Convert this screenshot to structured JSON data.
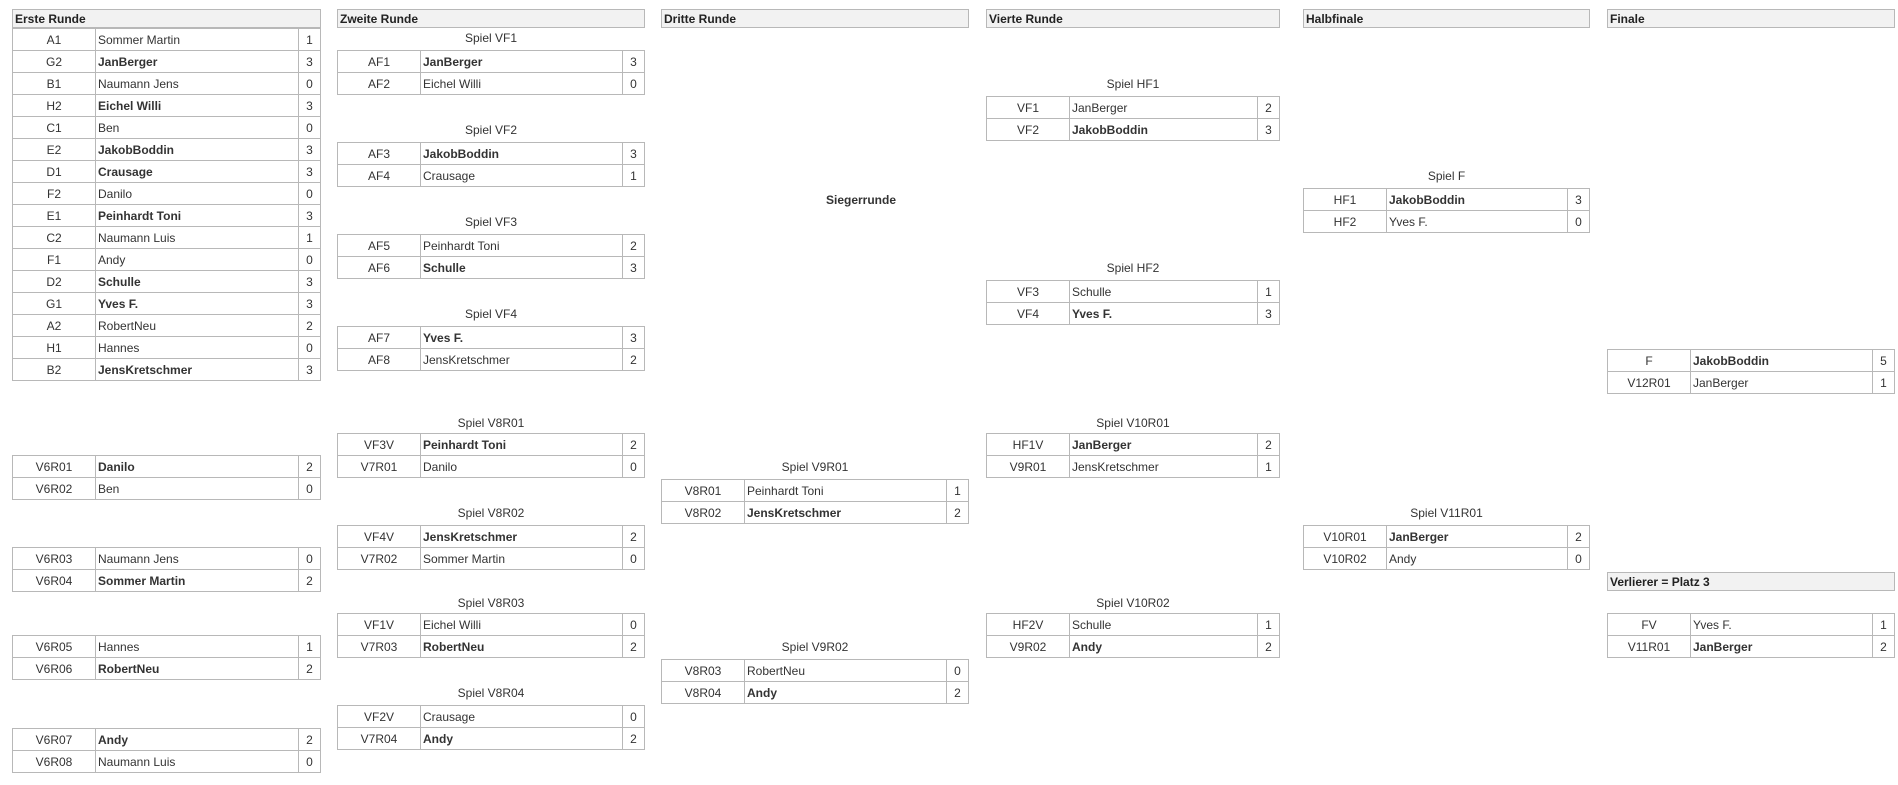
{
  "headers": {
    "r1": "Erste Runde",
    "r2": "Zweite Runde",
    "r3": "Dritte Runde",
    "r4": "Vierte Runde",
    "semi": "Halbfinale",
    "final": "Finale",
    "third": "Verlierer = Platz 3"
  },
  "titles": {
    "vf1": "Spiel VF1",
    "vf2": "Spiel VF2",
    "vf3": "Spiel VF3",
    "vf4": "Spiel VF4",
    "siegerrunde": "Siegerrunde",
    "hf1": "Spiel HF1",
    "hf2": "Spiel HF2",
    "f": "Spiel F",
    "v8r01": "Spiel V8R01",
    "v8r02": "Spiel V8R02",
    "v8r03": "Spiel V8R03",
    "v8r04": "Spiel V8R04",
    "v9r01": "Spiel V9R01",
    "v9r02": "Spiel V9R02",
    "v10r01": "Spiel V10R01",
    "v10r02": "Spiel V10R02",
    "v11r01": "Spiel V11R01"
  },
  "r1": [
    {
      "seed": "A1",
      "name": "Sommer Martin",
      "score": "1",
      "win": false
    },
    {
      "seed": "G2",
      "name": "JanBerger",
      "score": "3",
      "win": true
    },
    {
      "seed": "B1",
      "name": "Naumann Jens",
      "score": "0",
      "win": false
    },
    {
      "seed": "H2",
      "name": "Eichel Willi",
      "score": "3",
      "win": true
    },
    {
      "seed": "C1",
      "name": "Ben",
      "score": "0",
      "win": false
    },
    {
      "seed": "E2",
      "name": "JakobBoddin",
      "score": "3",
      "win": true
    },
    {
      "seed": "D1",
      "name": "Crausage",
      "score": "3",
      "win": true
    },
    {
      "seed": "F2",
      "name": "Danilo",
      "score": "0",
      "win": false
    },
    {
      "seed": "E1",
      "name": "Peinhardt Toni",
      "score": "3",
      "win": true
    },
    {
      "seed": "C2",
      "name": "Naumann Luis",
      "score": "1",
      "win": false
    },
    {
      "seed": "F1",
      "name": "Andy",
      "score": "0",
      "win": false
    },
    {
      "seed": "D2",
      "name": "Schulle",
      "score": "3",
      "win": true
    },
    {
      "seed": "G1",
      "name": "Yves F.",
      "score": "3",
      "win": true
    },
    {
      "seed": "A2",
      "name": "RobertNeu",
      "score": "2",
      "win": false
    },
    {
      "seed": "H1",
      "name": "Hannes",
      "score": "0",
      "win": false
    },
    {
      "seed": "B2",
      "name": "JensKretschmer",
      "score": "3",
      "win": true
    }
  ],
  "r1_loser": [
    [
      {
        "seed": "V6R01",
        "name": "Danilo",
        "score": "2",
        "win": true
      },
      {
        "seed": "V6R02",
        "name": "Ben",
        "score": "0",
        "win": false
      }
    ],
    [
      {
        "seed": "V6R03",
        "name": "Naumann Jens",
        "score": "0",
        "win": false
      },
      {
        "seed": "V6R04",
        "name": "Sommer Martin",
        "score": "2",
        "win": true
      }
    ],
    [
      {
        "seed": "V6R05",
        "name": "Hannes",
        "score": "1",
        "win": false
      },
      {
        "seed": "V6R06",
        "name": "RobertNeu",
        "score": "2",
        "win": true
      }
    ],
    [
      {
        "seed": "V6R07",
        "name": "Andy",
        "score": "2",
        "win": true
      },
      {
        "seed": "V6R08",
        "name": "Naumann Luis",
        "score": "0",
        "win": false
      }
    ]
  ],
  "r2": [
    [
      {
        "seed": "AF1",
        "name": "JanBerger",
        "score": "3",
        "win": true
      },
      {
        "seed": "AF2",
        "name": "Eichel Willi",
        "score": "0",
        "win": false
      }
    ],
    [
      {
        "seed": "AF3",
        "name": "JakobBoddin",
        "score": "3",
        "win": true
      },
      {
        "seed": "AF4",
        "name": "Crausage",
        "score": "1",
        "win": false
      }
    ],
    [
      {
        "seed": "AF5",
        "name": "Peinhardt Toni",
        "score": "2",
        "win": false
      },
      {
        "seed": "AF6",
        "name": "Schulle",
        "score": "3",
        "win": true
      }
    ],
    [
      {
        "seed": "AF7",
        "name": "Yves F.",
        "score": "3",
        "win": true
      },
      {
        "seed": "AF8",
        "name": "JensKretschmer",
        "score": "2",
        "win": false
      }
    ]
  ],
  "r2_loser": [
    [
      {
        "seed": "VF3V",
        "name": "Peinhardt Toni",
        "score": "2",
        "win": true
      },
      {
        "seed": "V7R01",
        "name": "Danilo",
        "score": "0",
        "win": false
      }
    ],
    [
      {
        "seed": "VF4V",
        "name": "JensKretschmer",
        "score": "2",
        "win": true
      },
      {
        "seed": "V7R02",
        "name": "Sommer Martin",
        "score": "0",
        "win": false
      }
    ],
    [
      {
        "seed": "VF1V",
        "name": "Eichel Willi",
        "score": "0",
        "win": false
      },
      {
        "seed": "V7R03",
        "name": "RobertNeu",
        "score": "2",
        "win": true
      }
    ],
    [
      {
        "seed": "VF2V",
        "name": "Crausage",
        "score": "0",
        "win": false
      },
      {
        "seed": "V7R04",
        "name": "Andy",
        "score": "2",
        "win": true
      }
    ]
  ],
  "r3_loser": [
    [
      {
        "seed": "V8R01",
        "name": "Peinhardt Toni",
        "score": "1",
        "win": false
      },
      {
        "seed": "V8R02",
        "name": "JensKretschmer",
        "score": "2",
        "win": true
      }
    ],
    [
      {
        "seed": "V8R03",
        "name": "RobertNeu",
        "score": "0",
        "win": false
      },
      {
        "seed": "V8R04",
        "name": "Andy",
        "score": "2",
        "win": true
      }
    ]
  ],
  "r4": [
    [
      {
        "seed": "VF1",
        "name": "JanBerger",
        "score": "2",
        "win": false
      },
      {
        "seed": "VF2",
        "name": "JakobBoddin",
        "score": "3",
        "win": true
      }
    ],
    [
      {
        "seed": "VF3",
        "name": "Schulle",
        "score": "1",
        "win": false
      },
      {
        "seed": "VF4",
        "name": "Yves F.",
        "score": "3",
        "win": true
      }
    ]
  ],
  "r4_loser": [
    [
      {
        "seed": "HF1V",
        "name": "JanBerger",
        "score": "2",
        "win": true
      },
      {
        "seed": "V9R01",
        "name": "JensKretschmer",
        "score": "1",
        "win": false
      }
    ],
    [
      {
        "seed": "HF2V",
        "name": "Schulle",
        "score": "1",
        "win": false
      },
      {
        "seed": "V9R02",
        "name": "Andy",
        "score": "2",
        "win": true
      }
    ]
  ],
  "semi": [
    [
      {
        "seed": "HF1",
        "name": "JakobBoddin",
        "score": "3",
        "win": true
      },
      {
        "seed": "HF2",
        "name": "Yves F.",
        "score": "0",
        "win": false
      }
    ]
  ],
  "semi_loser": [
    [
      {
        "seed": "V10R01",
        "name": "JanBerger",
        "score": "2",
        "win": true
      },
      {
        "seed": "V10R02",
        "name": "Andy",
        "score": "0",
        "win": false
      }
    ]
  ],
  "final": [
    [
      {
        "seed": "F",
        "name": "JakobBoddin",
        "score": "5",
        "win": true
      },
      {
        "seed": "V12R01",
        "name": "JanBerger",
        "score": "1",
        "win": false
      }
    ]
  ],
  "third": [
    [
      {
        "seed": "FV",
        "name": "Yves F.",
        "score": "1",
        "win": false
      },
      {
        "seed": "V11R01",
        "name": "JanBerger",
        "score": "2",
        "win": true
      }
    ]
  ]
}
